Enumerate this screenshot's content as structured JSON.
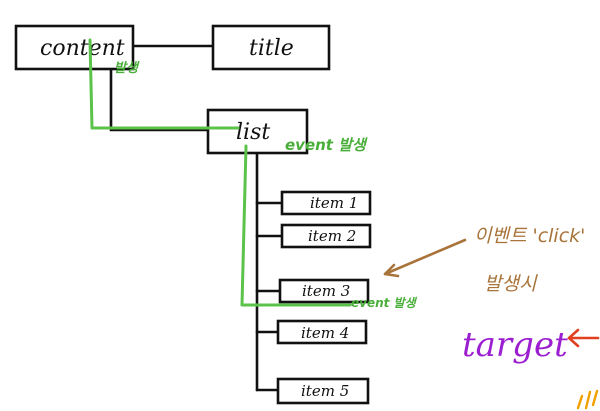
{
  "nodes": {
    "content": "content",
    "title": "title",
    "list": "list",
    "items": [
      "item 1",
      "item 2",
      "item 3",
      "item 4",
      "item 5"
    ]
  },
  "labels": {
    "content_event": "발생",
    "list_event": "event 발생",
    "item3_event": "event 발생"
  },
  "annotation": {
    "line1": "이벤트 'click'",
    "line2": "발생시",
    "target": "target"
  },
  "colors": {
    "green": "#5bc24a",
    "brown": "#a9743a",
    "purple": "#9b1fd0",
    "red": "#e0401f",
    "orange": "#f0a000"
  }
}
